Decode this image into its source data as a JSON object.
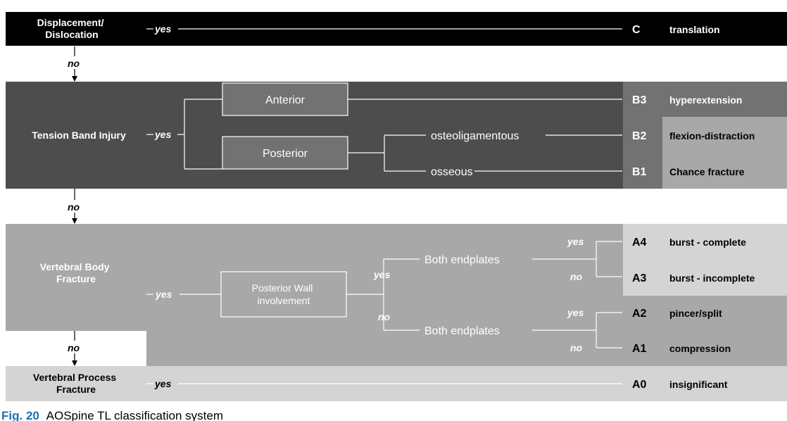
{
  "rows": {
    "c": {
      "question": "Displacement/\nDislocation",
      "yes": "yes",
      "code": "C",
      "result": "translation"
    },
    "b": {
      "question": "Tension Band Injury",
      "yes": "yes",
      "anterior": "Anterior",
      "posterior": "Posterior",
      "osteo": "osteoligamentous",
      "osseous": "osseous",
      "b3_code": "B3",
      "b3": "hyperextension",
      "b2_code": "B2",
      "b2": "flexion-distraction",
      "b1_code": "B1",
      "b1": "Chance fracture"
    },
    "a": {
      "question": "Vertebral Body\nFracture",
      "yes": "yes",
      "wall": "Posterior Wall\ninvolvement",
      "wall_yes": "yes",
      "wall_no": "no",
      "endplates_top": "Both endplates",
      "endplates_bottom": "Both endplates",
      "ep_yes_1": "yes",
      "ep_no_1": "no",
      "ep_yes_2": "yes",
      "ep_no_2": "no",
      "a4_code": "A4",
      "a4": "burst - complete",
      "a3_code": "A3",
      "a3": "burst - incomplete",
      "a2_code": "A2",
      "a2": "pincer/split",
      "a1_code": "A1",
      "a1": "compression"
    },
    "a0": {
      "question": "Vertebral Process\nFracture",
      "yes": "yes",
      "code": "A0",
      "result": "insignificant"
    }
  },
  "arrows": {
    "no_1": "no",
    "no_2": "no",
    "no_3": "no"
  },
  "caption": {
    "fig": "Fig. 20",
    "text": "AOSpine TL classification system"
  },
  "colors": {
    "black": "#000000",
    "dark": "#4d4d4d",
    "mid": "#727272",
    "light": "#a8a8a8",
    "pale": "#d4d4d4",
    "fig_blue": "#1f6fae"
  }
}
